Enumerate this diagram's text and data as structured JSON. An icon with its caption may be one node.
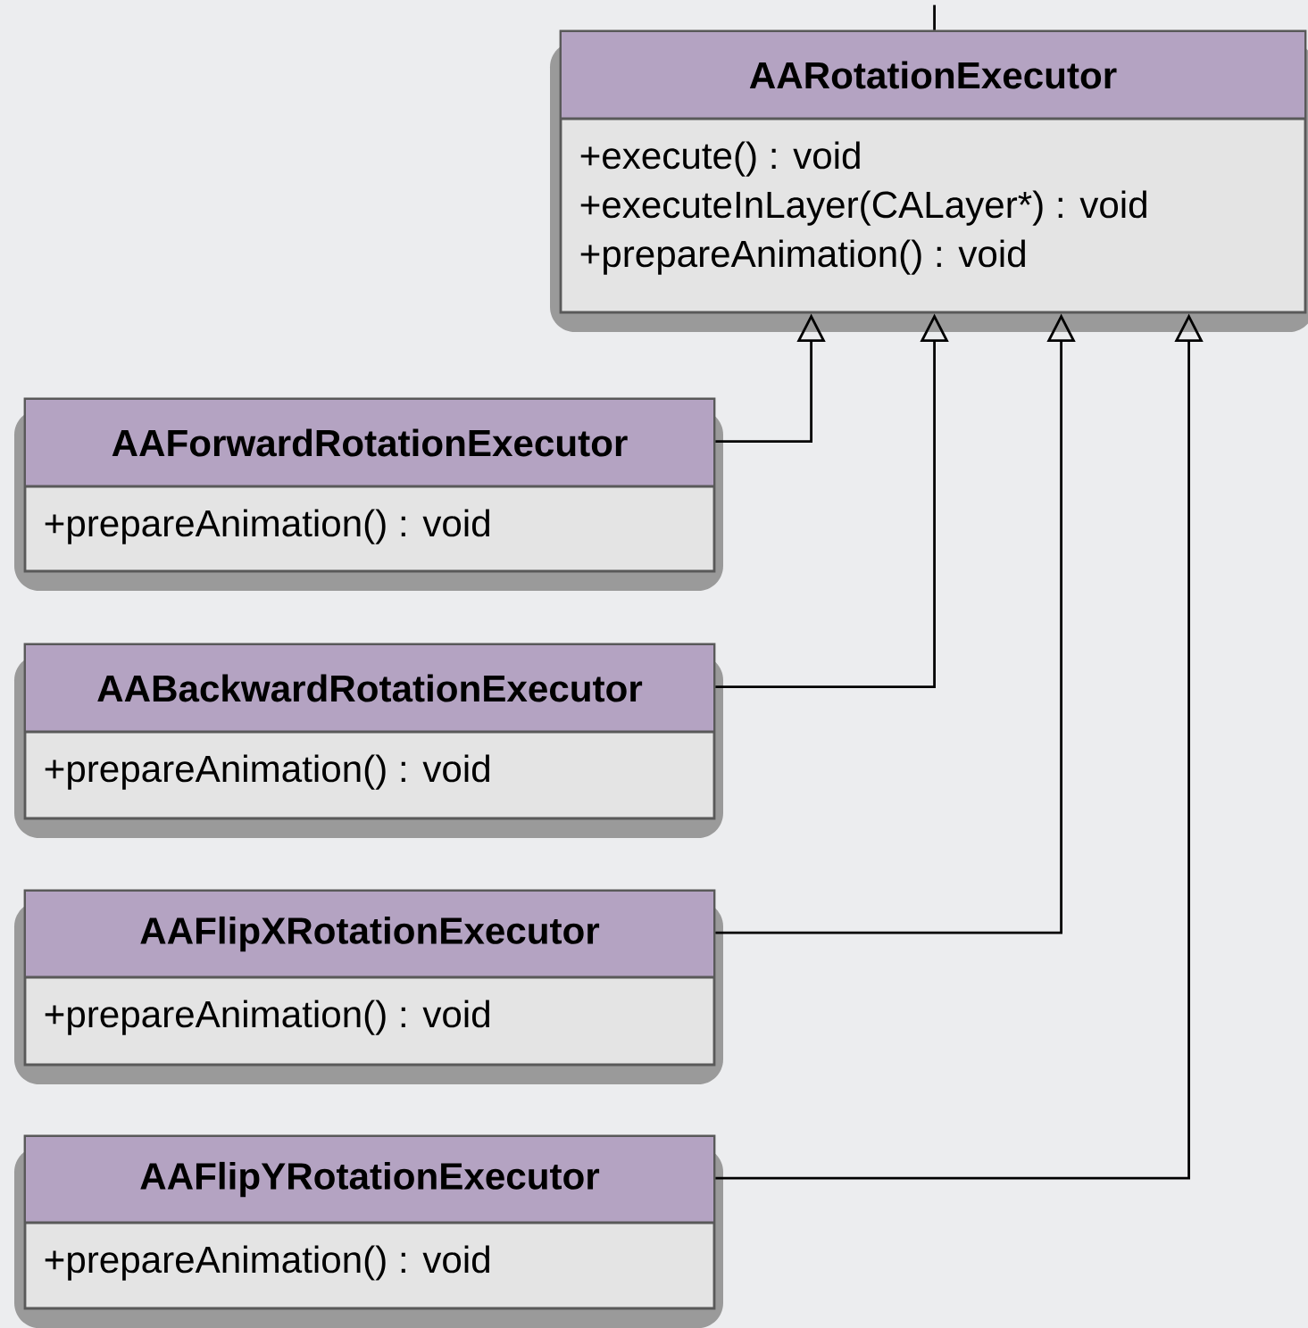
{
  "diagram": {
    "nodes": [
      {
        "text": [
          "AARotationExecutor",
          "+execute() : void",
          "+executeInLayer(CALayer*) : void",
          "+prepareAnimation() : void"
        ]
      },
      {
        "text": [
          "AAForwardRotationExecutor",
          "+prepareAnimation() : void"
        ]
      },
      {
        "text": [
          "AABackwardRotationExecutor",
          "+prepareAnimation() : void"
        ]
      },
      {
        "text": [
          "AAFlipXRotationExecutor",
          "+prepareAnimation() : void"
        ]
      },
      {
        "text": [
          "AAFlipYRotationExecutor",
          "+prepareAnimation() : void"
        ]
      }
    ],
    "edges": [
      {
        "from": 0,
        "to": null,
        "arrow": "none"
      },
      {
        "from": 1,
        "to": 0,
        "arrow": "to"
      },
      {
        "from": 2,
        "to": 0,
        "arrow": "to"
      },
      {
        "from": 3,
        "to": 0,
        "arrow": "to"
      },
      {
        "from": 4,
        "to": 0,
        "arrow": "to"
      }
    ]
  }
}
